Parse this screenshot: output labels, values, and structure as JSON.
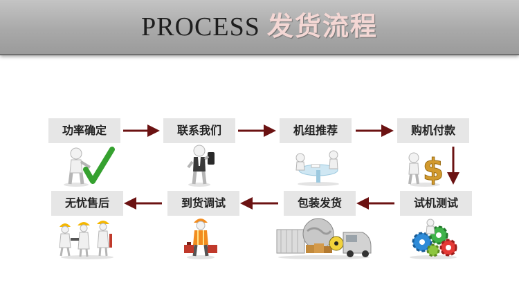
{
  "banner": {
    "title_en": "PROCESS",
    "title_cn": "发货流程"
  },
  "steps": [
    {
      "id": "power",
      "label": "功率确定",
      "icon": "person-checkmark-icon"
    },
    {
      "id": "contact",
      "label": "联系我们",
      "icon": "person-phone-icon"
    },
    {
      "id": "recommend",
      "label": "机组推荐",
      "icon": "meeting-table-icon"
    },
    {
      "id": "purchase",
      "label": "购机付款",
      "icon": "dollar-sign-icon"
    },
    {
      "id": "test",
      "label": "试机测试",
      "icon": "gears-icon"
    },
    {
      "id": "package",
      "label": "包装发货",
      "icon": "cargo-globe-icon"
    },
    {
      "id": "debug",
      "label": "到货调试",
      "icon": "worker-toolbox-icon"
    },
    {
      "id": "aftersales",
      "label": "无忧售后",
      "icon": "worker-team-icon"
    }
  ],
  "colors": {
    "arrow": "#6b1212",
    "step_bg": "#e6e6e6",
    "check": "#35a12f",
    "dollar": "#d29a2e"
  }
}
